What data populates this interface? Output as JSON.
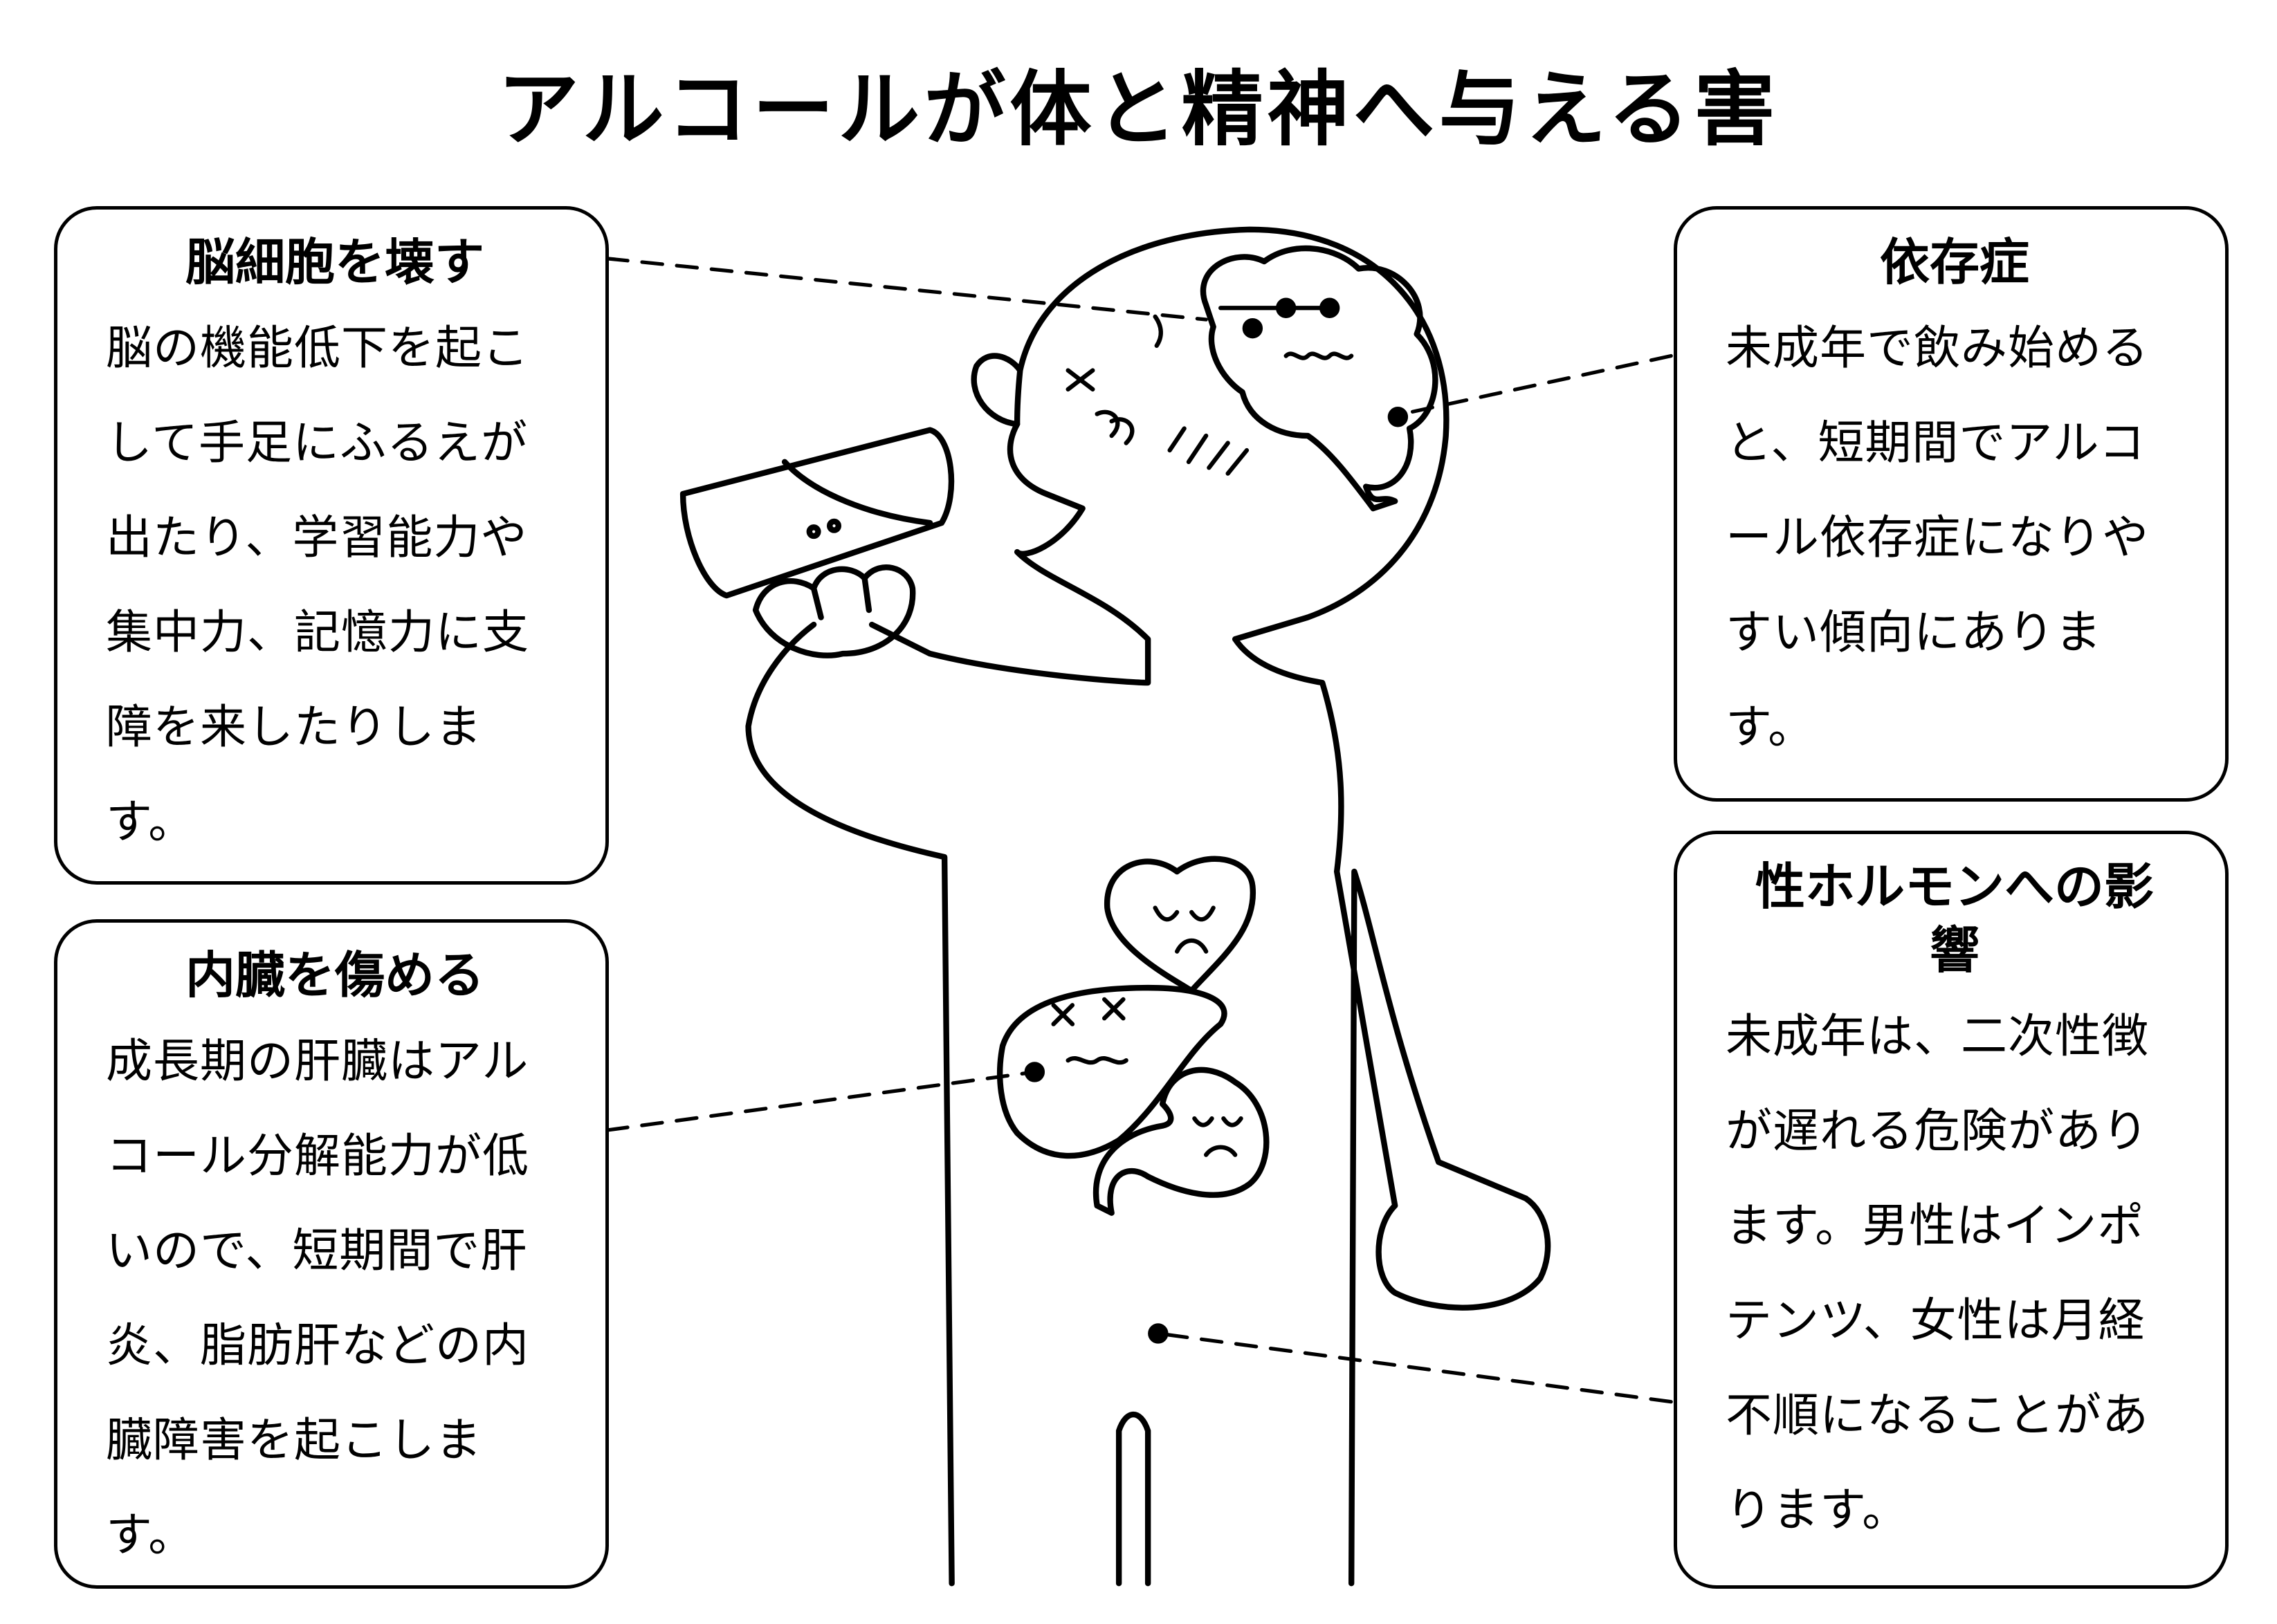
{
  "title": "アルコールが体と精神へ与える害",
  "boxes": {
    "brain": {
      "heading": "脳細胞を壊す",
      "body": "脳の機能低下を起こして手足にふるえが出たり、学習能力や集中力、記憶力に支障を来したりします。"
    },
    "organs": {
      "heading": "内臓を傷める",
      "body": "成長期の肝臓はアルコール分解能力が低いので、短期間で肝炎、脂肪肝などの内臓障害を起こします。"
    },
    "addiction": {
      "heading": "依存症",
      "body": "未成年で飲み始めると、短期間でアルコール依存症になりやすい傾向にあります。"
    },
    "hormone": {
      "heading": "性ホルモンへの影響",
      "body": "未成年は、二次性徴が遅れる危険があります。男性はインポテンツ、女性は月経不順になることがあります。"
    }
  }
}
